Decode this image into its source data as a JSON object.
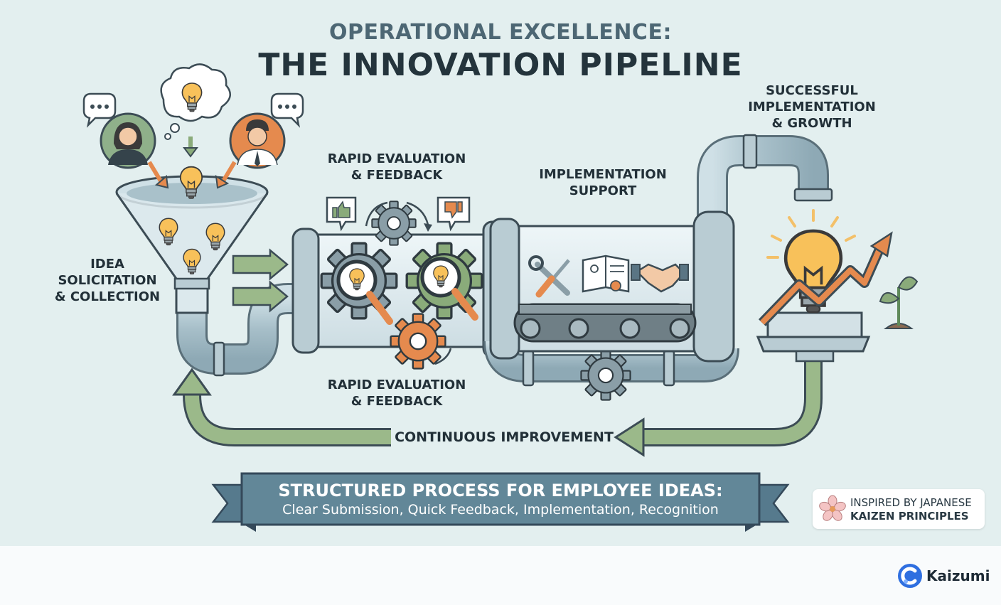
{
  "title": {
    "line1": "OPERATIONAL EXCELLENCE:",
    "line2": "THE INNOVATION PIPELINE"
  },
  "stages": {
    "collection": [
      "IDEA",
      "SOLICITATION",
      "& COLLECTION"
    ],
    "evaluation_top": [
      "RAPID EVALUATION",
      "& FEEDBACK"
    ],
    "evaluation_bottom": [
      "RAPID EVALUATION",
      "& FEEDBACK"
    ],
    "implementation": [
      "IMPLEMENTATION",
      "SUPPORT"
    ],
    "success": [
      "SUCCESSFUL",
      "IMPLEMENTATION",
      "& GROWTH"
    ]
  },
  "loop_label": "CONTINUOUS IMPROVEMENT",
  "banner": {
    "headline": "STRUCTURED PROCESS FOR EMPLOYEE IDEAS:",
    "subline": "Clear Submission, Quick Feedback, Implementation, Recognition"
  },
  "kaizen_note": {
    "line1": "INSPIRED BY JAPANESE",
    "line2": "KAIZEN PRINCIPLES"
  },
  "brand": {
    "name": "Kaizumi"
  },
  "icons": [
    "speech-bubble-icon",
    "thought-cloud-icon",
    "lightbulb-icon",
    "person-avatar-icon",
    "funnel-icon",
    "gear-icon",
    "magnifier-icon",
    "thumbs-up-icon",
    "thumbs-down-icon",
    "wrench-icon",
    "screwdriver-icon",
    "manual-book-icon",
    "handshake-icon",
    "conveyor-belt-icon",
    "growth-arrow-icon",
    "sprout-icon",
    "cherry-blossom-icon",
    "kaizumi-logo-icon"
  ],
  "colors": {
    "background": "#e3efef",
    "pipe": "#aac2cc",
    "accent_green": "#8aab7a",
    "accent_orange": "#e58a4e",
    "bulb": "#f8c15a",
    "banner": "#567a8d",
    "brand_blue": "#2f6fe0"
  }
}
